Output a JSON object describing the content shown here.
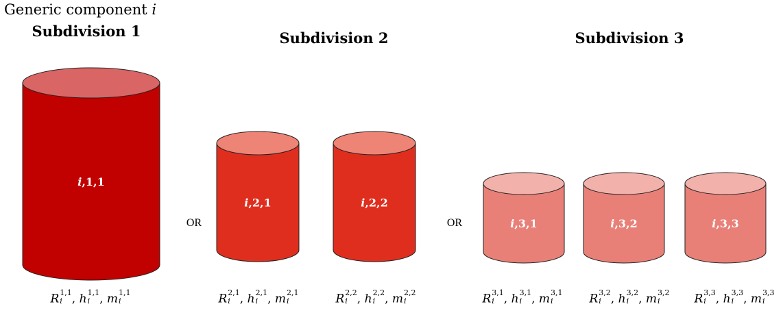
{
  "caption": {
    "text": "Generic component ",
    "variable": "i"
  },
  "subdivisions": [
    {
      "heading": "Subdivision 1",
      "components": [
        {
          "label_var": "i",
          "label_rest": ",1,1",
          "sup": "1,1",
          "sub": "i",
          "body_color": "#c10000",
          "top_color": "#d96565"
        }
      ]
    },
    {
      "heading": "Subdivision 2",
      "components": [
        {
          "label_var": "i",
          "label_rest": ",2,1",
          "sup": "2,1",
          "sub": "i",
          "body_color": "#e02e1e",
          "top_color": "#ee8476"
        },
        {
          "label_var": "i",
          "label_rest": ",2,2",
          "sup": "2,2",
          "sub": "i",
          "body_color": "#e02e1e",
          "top_color": "#ee8476"
        }
      ]
    },
    {
      "heading": "Subdivision 3",
      "components": [
        {
          "label_var": "i",
          "label_rest": ",3,1",
          "sup": "3,1",
          "sub": "i",
          "body_color": "#e88078",
          "top_color": "#f2b1ab"
        },
        {
          "label_var": "i",
          "label_rest": ",3,2",
          "sup": "3,2",
          "sub": "i",
          "body_color": "#e88078",
          "top_color": "#f2b1ab"
        },
        {
          "label_var": "i",
          "label_rest": ",3,3",
          "sup": "3,3",
          "sub": "i",
          "body_color": "#e88078",
          "top_color": "#f2b1ab"
        }
      ]
    }
  ],
  "separators": [
    "OR",
    "OR"
  ],
  "param_symbols": [
    "R",
    "h",
    "m"
  ]
}
